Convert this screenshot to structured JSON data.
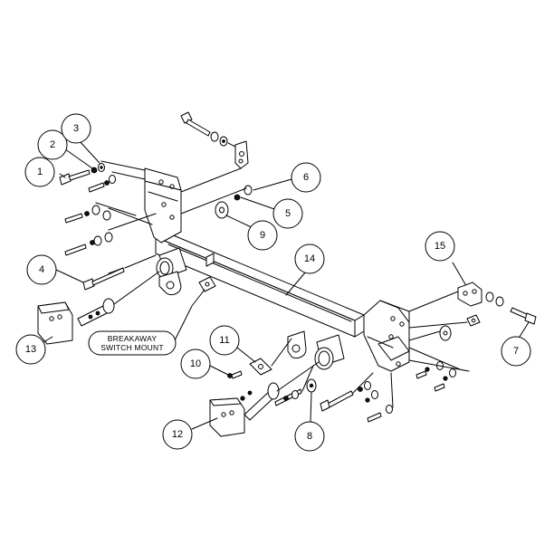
{
  "callouts": [
    {
      "id": "1",
      "label": "1"
    },
    {
      "id": "2",
      "label": "2"
    },
    {
      "id": "3",
      "label": "3"
    },
    {
      "id": "4",
      "label": "4"
    },
    {
      "id": "5",
      "label": "5"
    },
    {
      "id": "6",
      "label": "6"
    },
    {
      "id": "7",
      "label": "7"
    },
    {
      "id": "8",
      "label": "8"
    },
    {
      "id": "9",
      "label": "9"
    },
    {
      "id": "10",
      "label": "10"
    },
    {
      "id": "11",
      "label": "11"
    },
    {
      "id": "12",
      "label": "12"
    },
    {
      "id": "13",
      "label": "13"
    },
    {
      "id": "14",
      "label": "14"
    },
    {
      "id": "15",
      "label": "15"
    }
  ],
  "note": {
    "line1": "BREAKAWAY",
    "line2": "SWITCH MOUNT"
  }
}
